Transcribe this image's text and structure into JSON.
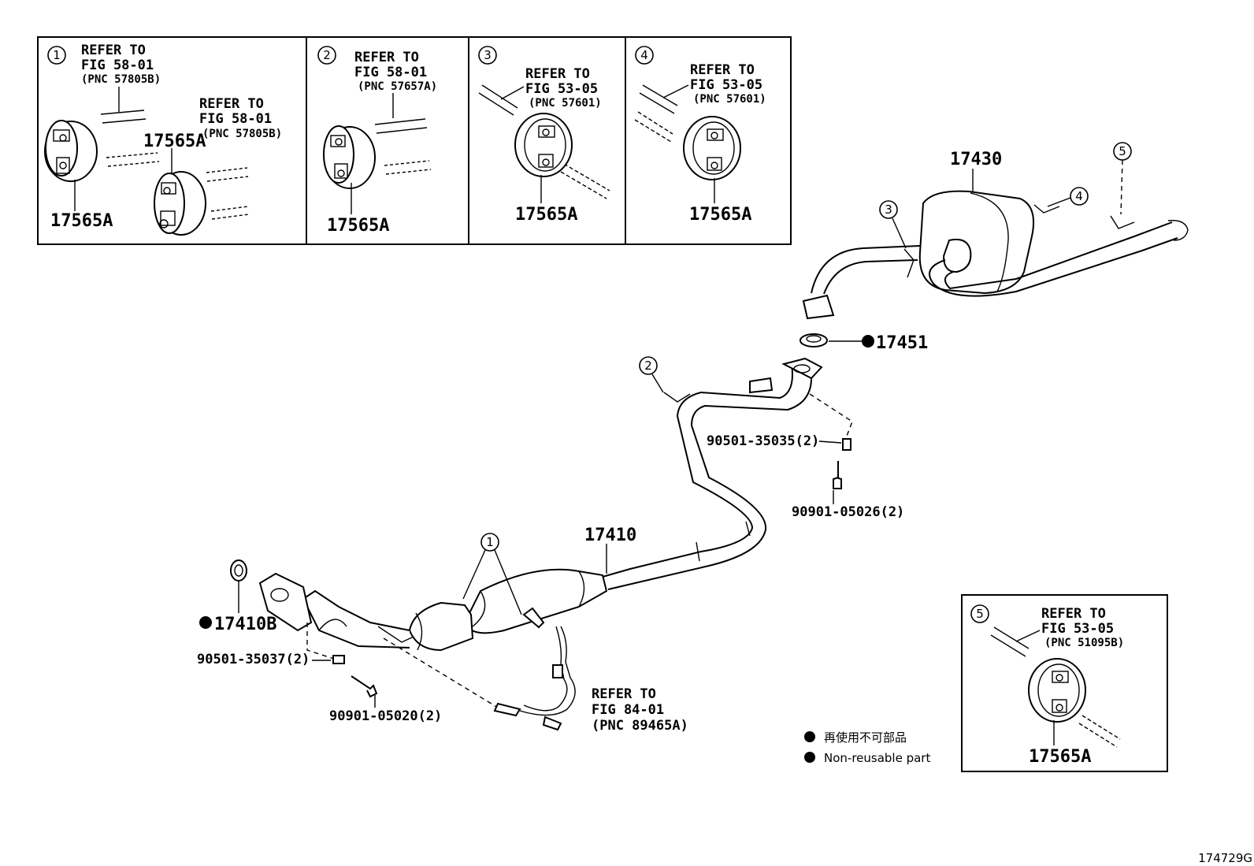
{
  "panels": [
    {
      "num": "1",
      "refer": [
        "REFER TO",
        "FIG 58-01",
        "(PNC 57805B)"
      ],
      "refer2": [
        "REFER TO",
        "FIG 58-01",
        "(PNC 57805B)"
      ],
      "parts": [
        "17565A",
        "17565A"
      ]
    },
    {
      "num": "2",
      "refer": [
        "REFER TO",
        "FIG 58-01",
        "(PNC 57657A)"
      ],
      "parts": [
        "17565A"
      ]
    },
    {
      "num": "3",
      "refer": [
        "REFER TO",
        "FIG 53-05",
        "(PNC 57601)"
      ],
      "parts": [
        "17565A"
      ]
    },
    {
      "num": "4",
      "refer": [
        "REFER TO",
        "FIG 53-05",
        "(PNC 57601)"
      ],
      "parts": [
        "17565A"
      ]
    },
    {
      "num": "5",
      "refer": [
        "REFER TO",
        "FIG 53-05",
        "(PNC 51095B)"
      ],
      "parts": [
        "17565A"
      ]
    }
  ],
  "callouts": {
    "muffler": "17430",
    "gasket_rear": "17451",
    "center_pipe": "17410",
    "gasket_front": "17410B",
    "spring_rear": "90501-35035(2)",
    "bolt_rear": "90901-05026(2)",
    "spring_front": "90501-35037(2)",
    "bolt_front": "90901-05020(2)",
    "sensor_refer": [
      "REFER TO",
      "FIG 84-01",
      "(PNC 89465A)"
    ]
  },
  "diagram_markers": [
    "1",
    "2",
    "3",
    "4",
    "5"
  ],
  "legend": {
    "jp": "再使用不可部品",
    "en": "Non-reusable part"
  },
  "figure_id": "174729G"
}
